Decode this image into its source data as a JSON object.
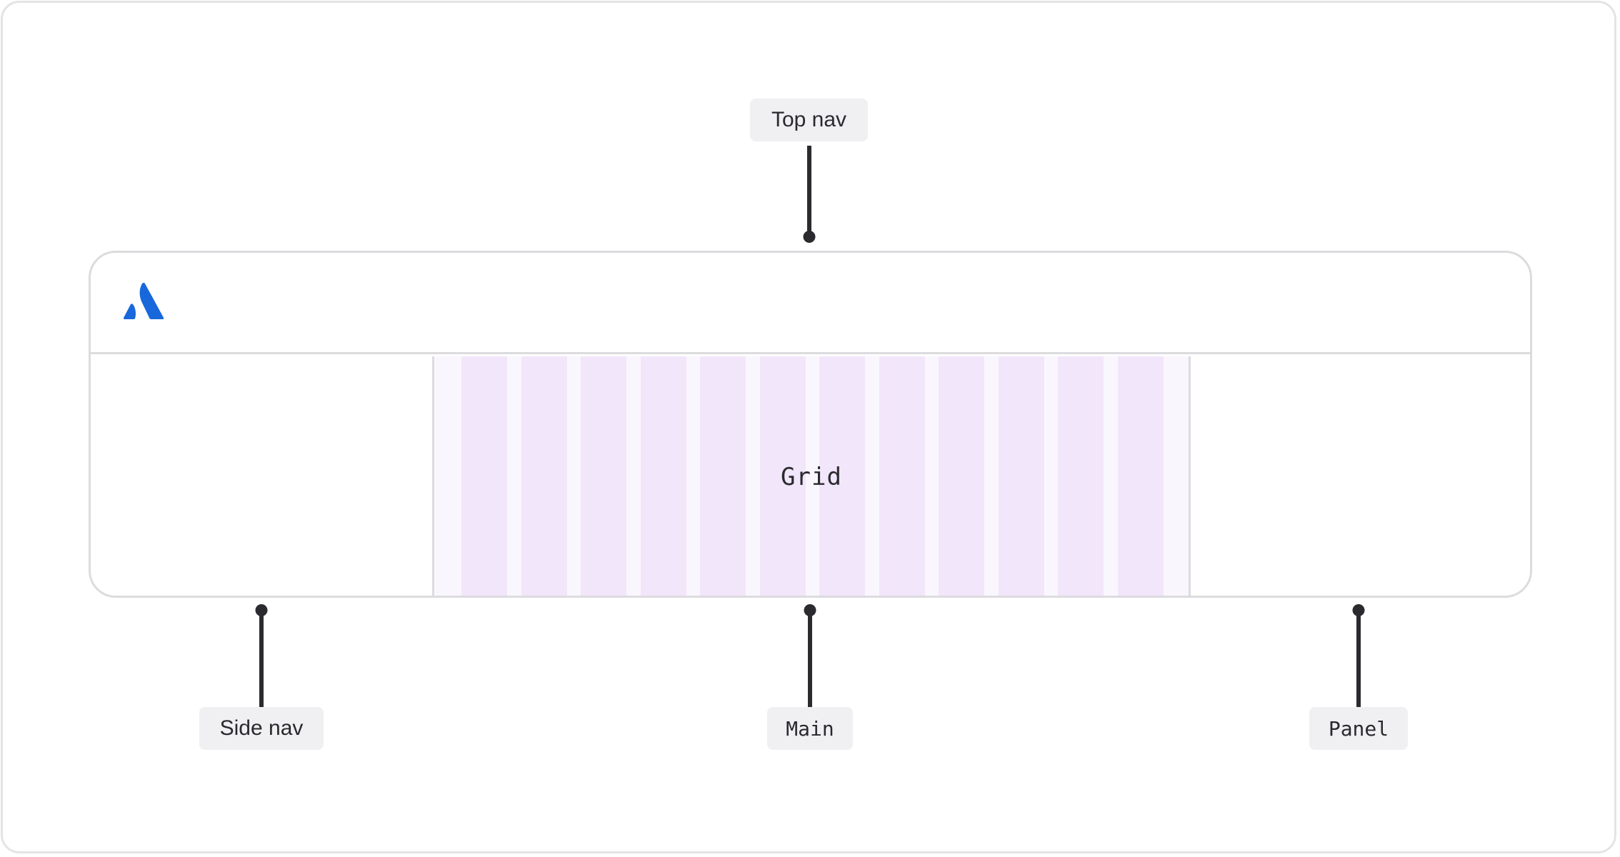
{
  "labels": {
    "top_nav": "Top nav",
    "side_nav": "Side nav",
    "main": "Main",
    "panel": "Panel"
  },
  "grid": {
    "label": "Grid",
    "columns": 12
  },
  "logo": {
    "icon": "atlassian-logo-icon",
    "color": "#1868db"
  },
  "colors": {
    "grid_column": "#f2e6fb",
    "grid_gutter": "#faf6fd",
    "connector": "#2b2b2f",
    "tag_background": "#f0f0f2",
    "frame_border": "#dcdcdf"
  }
}
